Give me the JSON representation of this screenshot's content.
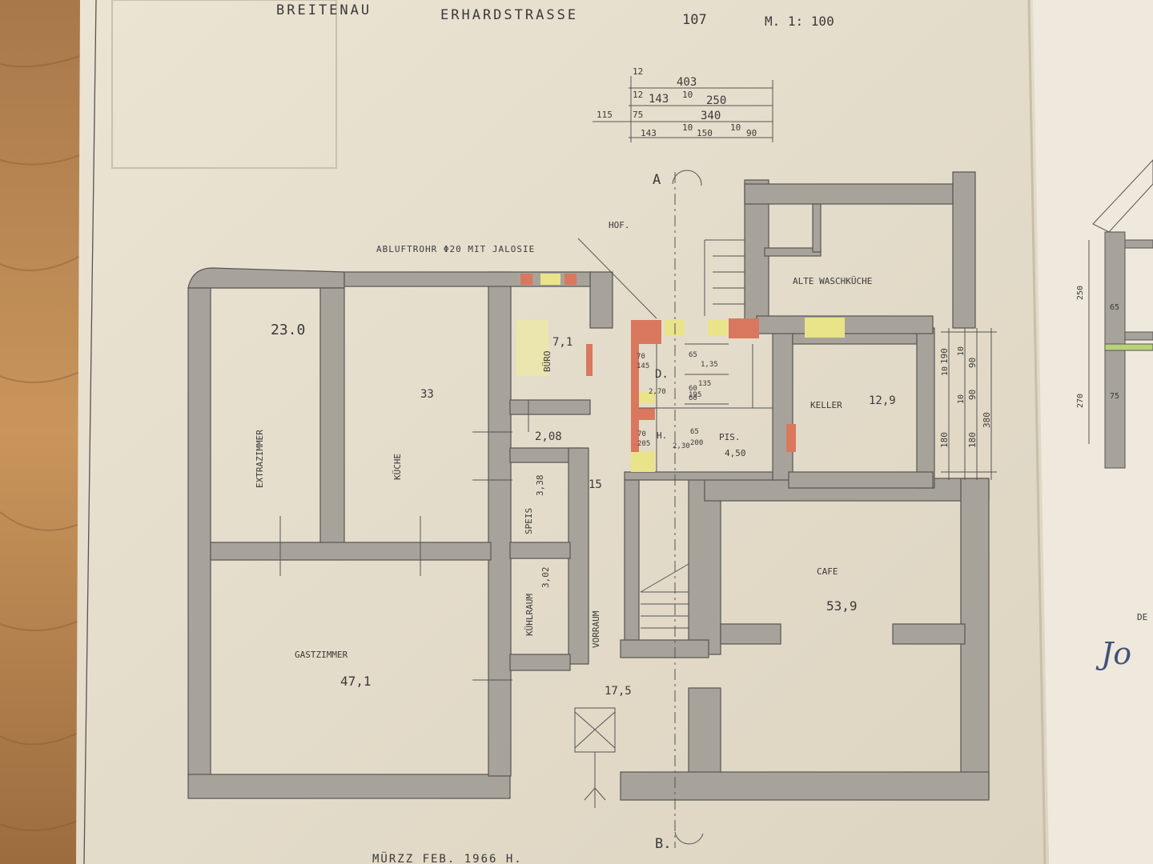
{
  "title": {
    "place": "BREITENAU",
    "street": "ERHARDSTRASSE",
    "number": "107",
    "scale": "M. 1: 100"
  },
  "dimensions_top": {
    "row1": [
      "12",
      "403"
    ],
    "row2": [
      "12",
      "143",
      "10",
      "250"
    ],
    "row3": [
      "115",
      "75",
      "340"
    ],
    "row4": [
      "143",
      "10",
      "150",
      "10",
      "90"
    ]
  },
  "annotations": {
    "hof": "HOF.",
    "exhaust": "ABLUFTROHR Φ20 MIT JALOSIE",
    "section_a": "A",
    "section_b": "B.",
    "footer": "MÜRZZ FEB. 1966 H."
  },
  "rooms": [
    {
      "name": "EXTRAZIMMER",
      "area": "23.0"
    },
    {
      "name": "KÜCHE",
      "area": "33"
    },
    {
      "name": "BÜRO",
      "area": "7,1"
    },
    {
      "name": "SPEIS",
      "area": "3,38"
    },
    {
      "name": "KÜHLRAUM",
      "area": "3,02"
    },
    {
      "name": "VORRAUM",
      "area": "15"
    },
    {
      "name": "GASTZIMMER",
      "area": "47,1"
    },
    {
      "name": "CAFE",
      "area": "53,9"
    },
    {
      "name": "KELLER",
      "area": "12,9"
    },
    {
      "name": "ALTE WASCHKÜCHE",
      "area": ""
    }
  ],
  "misc_labels": {
    "corridor": "2,08",
    "entrance": "17,5",
    "wc_d": "D.",
    "wc_h": "H.",
    "pis": "PIS.",
    "pis_val": "4,50",
    "wc_dims": [
      "70",
      "145",
      "2,70",
      "65",
      "1,35",
      "60",
      "135",
      "60",
      "195",
      "70",
      "205",
      "2,30",
      "65",
      "200"
    ]
  },
  "right_dims": [
    "10",
    "190",
    "10",
    "90",
    "10",
    "90",
    "180",
    "180",
    "380"
  ],
  "section_labels": [
    "250",
    "270",
    "65",
    "75"
  ]
}
